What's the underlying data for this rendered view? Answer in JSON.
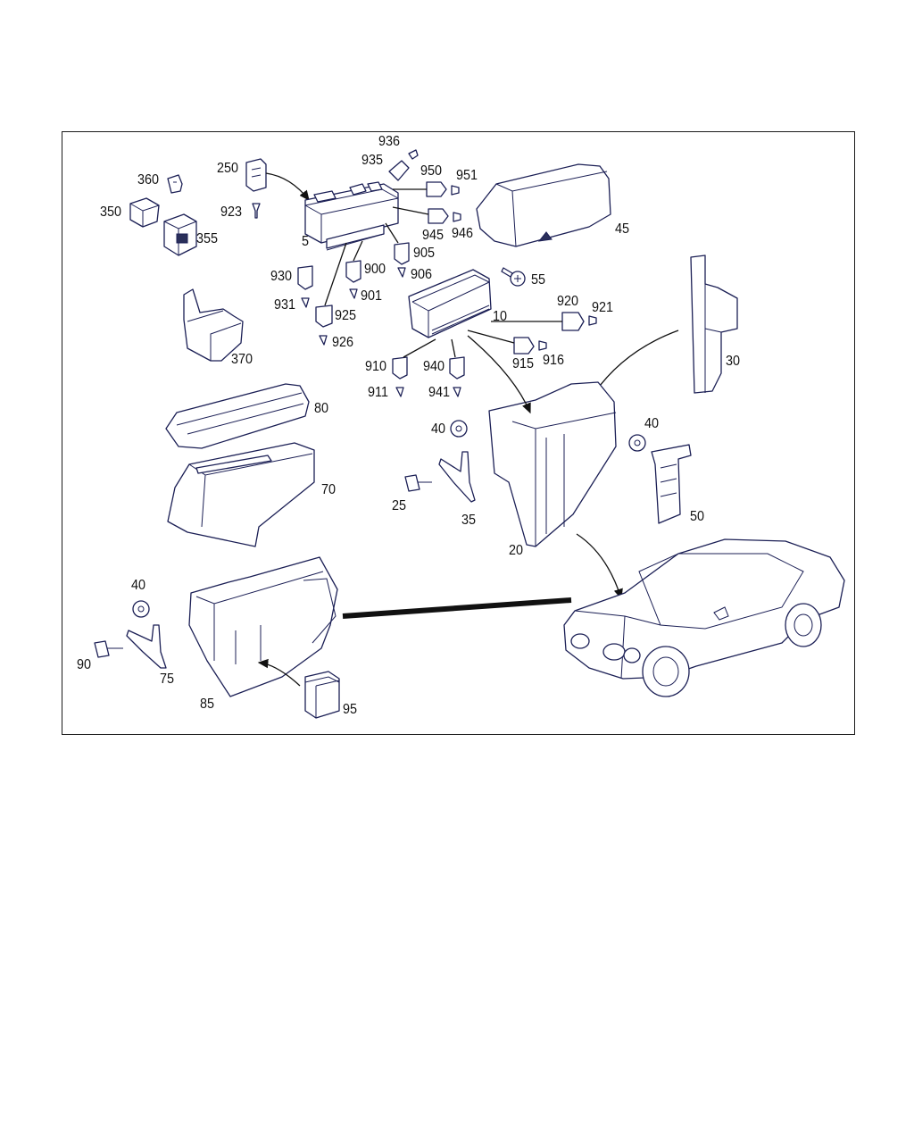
{
  "diagram": {
    "labels": [
      {
        "id": "936",
        "text": "936"
      },
      {
        "id": "935",
        "text": "935"
      },
      {
        "id": "250",
        "text": "250"
      },
      {
        "id": "950",
        "text": "950"
      },
      {
        "id": "951",
        "text": "951"
      },
      {
        "id": "360",
        "text": "360"
      },
      {
        "id": "350",
        "text": "350"
      },
      {
        "id": "923",
        "text": "923"
      },
      {
        "id": "355",
        "text": "355"
      },
      {
        "id": "945",
        "text": "945"
      },
      {
        "id": "946",
        "text": "946"
      },
      {
        "id": "45",
        "text": "45"
      },
      {
        "id": "5",
        "text": "5"
      },
      {
        "id": "905",
        "text": "905"
      },
      {
        "id": "930",
        "text": "930"
      },
      {
        "id": "900",
        "text": "900"
      },
      {
        "id": "906",
        "text": "906"
      },
      {
        "id": "55",
        "text": "55"
      },
      {
        "id": "931",
        "text": "931"
      },
      {
        "id": "901",
        "text": "901"
      },
      {
        "id": "925",
        "text": "925"
      },
      {
        "id": "920",
        "text": "920"
      },
      {
        "id": "921",
        "text": "921"
      },
      {
        "id": "10",
        "text": "10"
      },
      {
        "id": "926",
        "text": "926"
      },
      {
        "id": "370",
        "text": "370"
      },
      {
        "id": "910",
        "text": "910"
      },
      {
        "id": "940",
        "text": "940"
      },
      {
        "id": "915",
        "text": "915"
      },
      {
        "id": "916",
        "text": "916"
      },
      {
        "id": "30",
        "text": "30"
      },
      {
        "id": "911",
        "text": "911"
      },
      {
        "id": "941",
        "text": "941"
      },
      {
        "id": "80",
        "text": "80"
      },
      {
        "id": "40a",
        "text": "40"
      },
      {
        "id": "40b",
        "text": "40"
      },
      {
        "id": "70",
        "text": "70"
      },
      {
        "id": "25",
        "text": "25"
      },
      {
        "id": "35",
        "text": "35"
      },
      {
        "id": "50",
        "text": "50"
      },
      {
        "id": "20",
        "text": "20"
      },
      {
        "id": "40c",
        "text": "40"
      },
      {
        "id": "90",
        "text": "90"
      },
      {
        "id": "75",
        "text": "75"
      },
      {
        "id": "85",
        "text": "85"
      },
      {
        "id": "95",
        "text": "95"
      }
    ]
  }
}
